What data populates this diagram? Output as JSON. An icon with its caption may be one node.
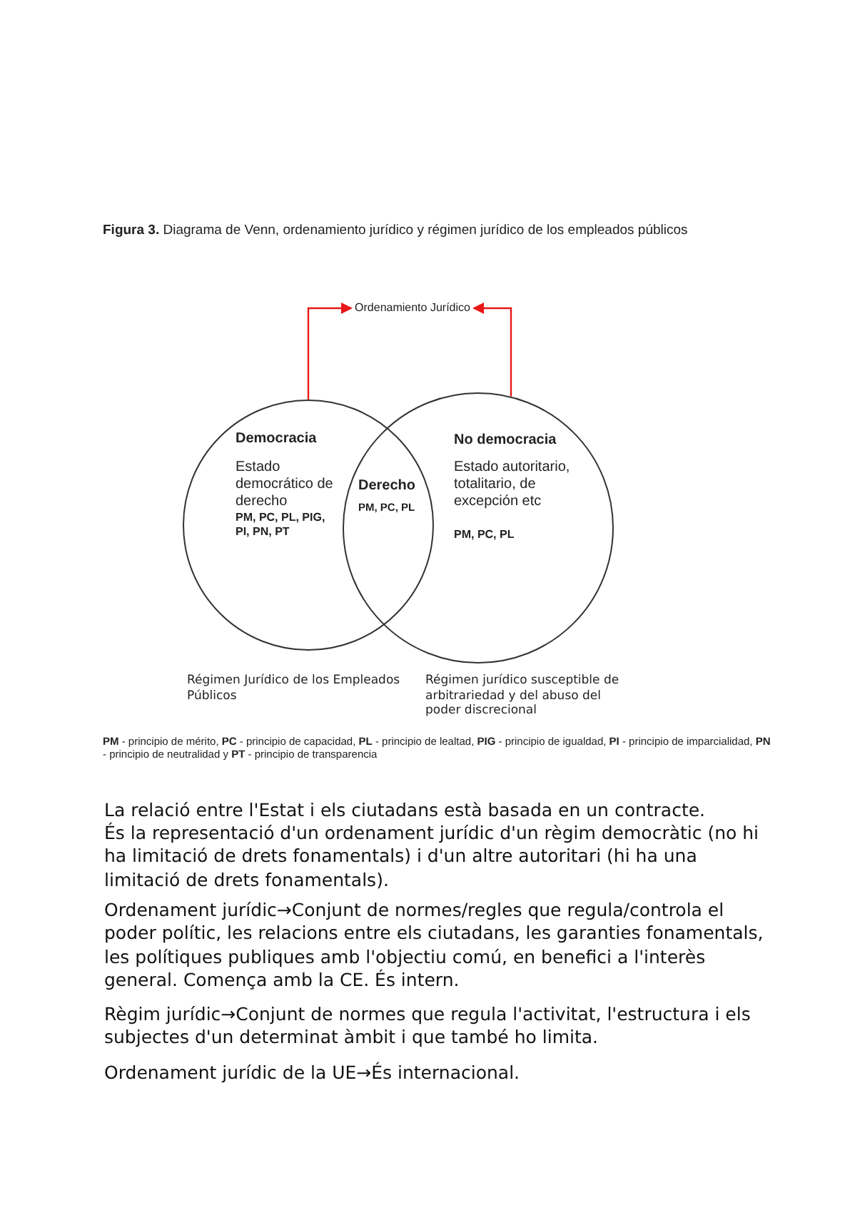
{
  "diagram": {
    "title": "**Figura 3.** Diagrama de Venn, ordenamiento jurídico y régimen jurídico de los empleados públicos",
    "nodes": [
      {
        "text": [
          "Ordenamiento Jurídico"
        ]
      },
      {
        "text": [
          "Democracia",
          "Estado democrático de derecho",
          "PM, PC, PL, PIG, PI, PN, PT"
        ]
      },
      {
        "text": [
          "No democracia",
          "Estado autoritario, totalitario, de excepción etc",
          "PM, PC, PL"
        ]
      }
    ],
    "edges": [
      {
        "from": 1,
        "to": 0,
        "arrow": "to"
      },
      {
        "from": 2,
        "to": 0,
        "arrow": "to"
      }
    ],
    "labels": [
      "Derecho",
      "PM, PC, PL",
      "Régimen Jurídico de los Empleados Públicos",
      "Régimen jurídico susceptible de arbitrariedad y del abuso del poder discrecional",
      "**PM** - principio de mérito, **PC** - principio de capacidad, **PL** - principio de lealtad, **PIG** - principio de igualdad, **PI** - principio de imparcialidad, **PN** - principio de neutralidad y **PT** - principio de transparencia",
      "La relació entre l'Estat i els ciutadans està basada en un contracte.",
      "És la representació d'un ordenament jurídic d'un règim democràtic (no hi ha limitació de drets fonamentals) i d'un altre autoritari (hi ha una limitació de drets fonamentals).",
      "Ordenament jurídic→Conjunt de normes/regles que regula/controla el poder polític, les relacions entre els ciutadans, les garanties fonamentals, les polítiques publiques amb l'objectiu comú, en benefici a l'interès general. Comença amb la CE. És intern.",
      "Règim jurídic→Conjunt de normes que regula l'activitat, l'estructura i els subjectes d'un determinat àmbit i que també ho limita.",
      "Ordenament jurídic de la UE→És internacional."
    ]
  }
}
